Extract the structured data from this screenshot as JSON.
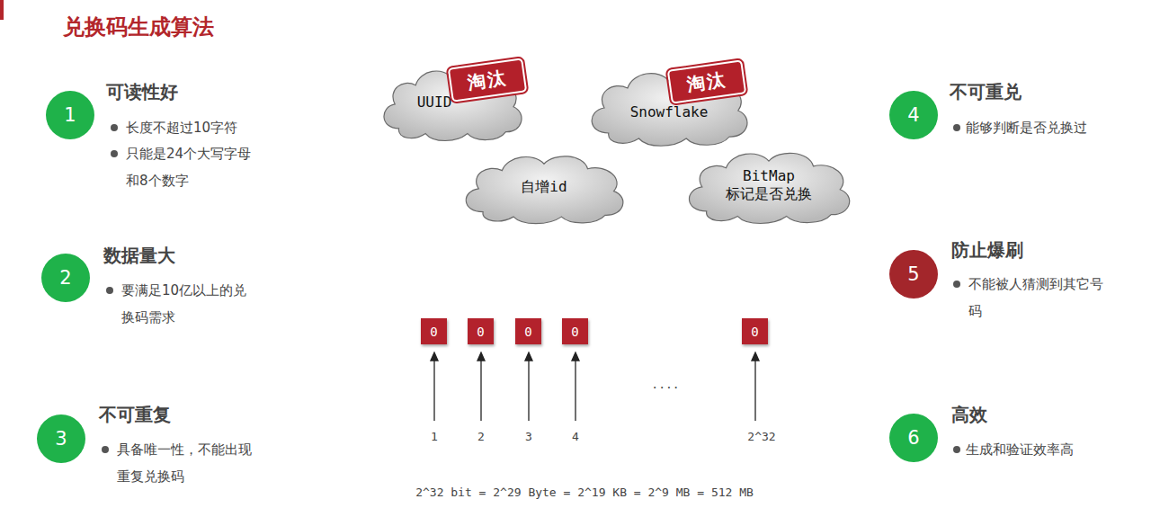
{
  "diagram": {
    "title": "兑换码生成算法",
    "nodes": [
      {
        "text": [
          "1"
        ]
      },
      {
        "text": [
          "UUID"
        ]
      },
      {
        "text": [
          "淘汰"
        ],
        "in": 1
      },
      {
        "text": [
          "Snowflake"
        ]
      },
      {
        "text": [
          "淘汰"
        ],
        "in": 3
      },
      {
        "text": [
          "4"
        ]
      },
      {
        "text": [
          "自增id"
        ]
      },
      {
        "text": [
          "BitMap",
          "标记是否兑换"
        ]
      },
      {
        "text": [
          "2"
        ]
      },
      {
        "text": [
          "5"
        ]
      },
      {
        "text": [
          "0"
        ]
      },
      {
        "text": [
          "0"
        ]
      },
      {
        "text": [
          "0"
        ]
      },
      {
        "text": [
          "0"
        ]
      },
      {
        "text": [
          "0"
        ]
      },
      {
        "text": [
          "3"
        ]
      },
      {
        "text": [
          "6"
        ]
      }
    ],
    "labels": [
      "可读性好",
      "长度不超过10字符",
      "只能是24个大写字母 和8个数字",
      "不可重兑",
      "能够判断是否兑换过",
      "数据量大",
      "要满足10亿以上的兑 换码需求",
      "防止爆刷",
      "不能被人猜测到其它号 码",
      "....",
      "1",
      "2",
      "3",
      "4",
      "2^32",
      "不可重复",
      "具备唯一性，不能出现 重复兑换码",
      "高效",
      "生成和验证效率高",
      "2^32 bit = 2^29 Byte = 2^19 KB = 2^9 MB = 512 MB"
    ]
  }
}
